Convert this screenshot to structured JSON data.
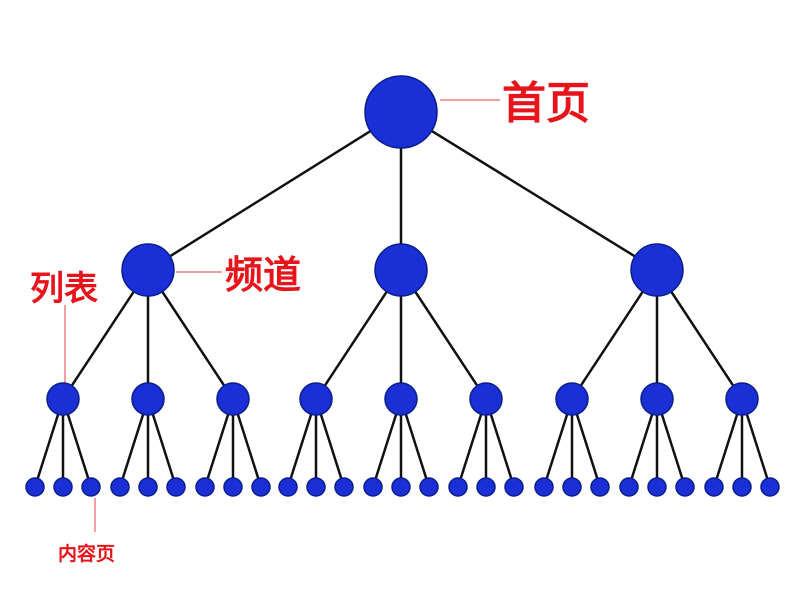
{
  "labels": {
    "home": "首页",
    "channel": "频道",
    "list": "列表",
    "content": "内容页"
  },
  "tree": {
    "branching": [
      3,
      3,
      3
    ],
    "node_color": "#1a2fd6",
    "edge_color": "#111111",
    "label_color": "#e8141b"
  }
}
